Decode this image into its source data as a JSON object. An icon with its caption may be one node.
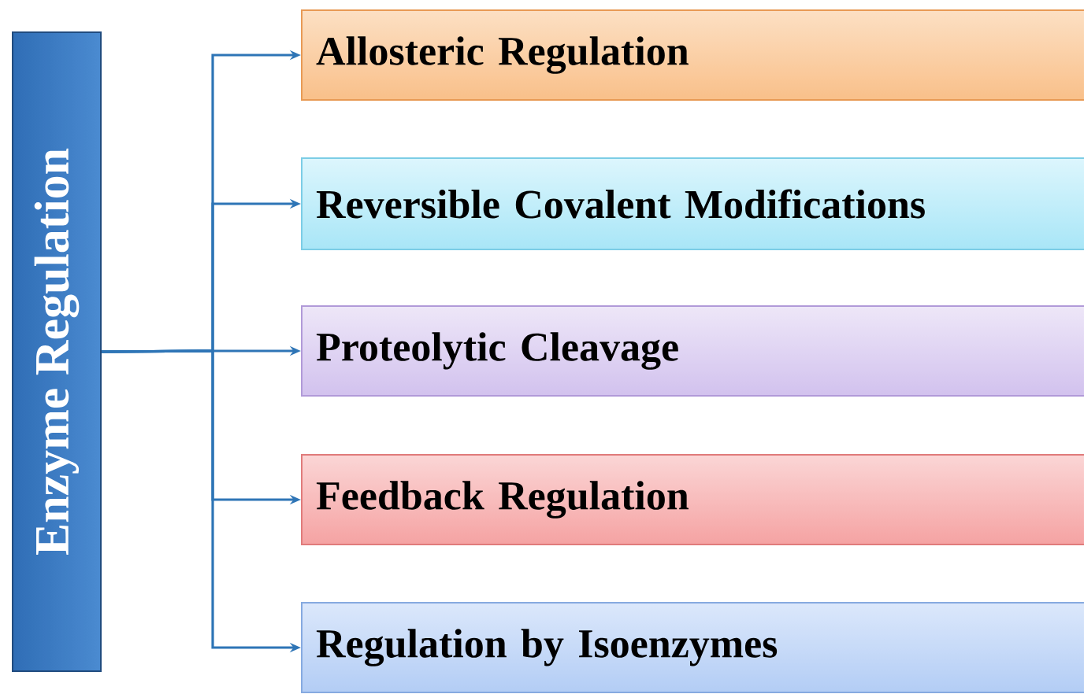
{
  "diagram": {
    "nodes": [
      {
        "text": [
          "Enzyme Regulation"
        ]
      },
      {
        "text": [
          "Allosteric Regulation"
        ]
      },
      {
        "text": [
          "Reversible Covalent Modifications"
        ]
      },
      {
        "text": [
          "Proteolytic Cleavage"
        ]
      },
      {
        "text": [
          "Feedback Regulation"
        ]
      },
      {
        "text": [
          "Regulation by Isoenzymes"
        ]
      }
    ],
    "edges": [
      {
        "from": 0,
        "to": 1,
        "arrow": "to"
      },
      {
        "from": 0,
        "to": 2,
        "arrow": "to"
      },
      {
        "from": 0,
        "to": 3,
        "arrow": "to"
      },
      {
        "from": 0,
        "to": 4,
        "arrow": "to"
      },
      {
        "from": 0,
        "to": 5,
        "arrow": "to"
      }
    ]
  }
}
